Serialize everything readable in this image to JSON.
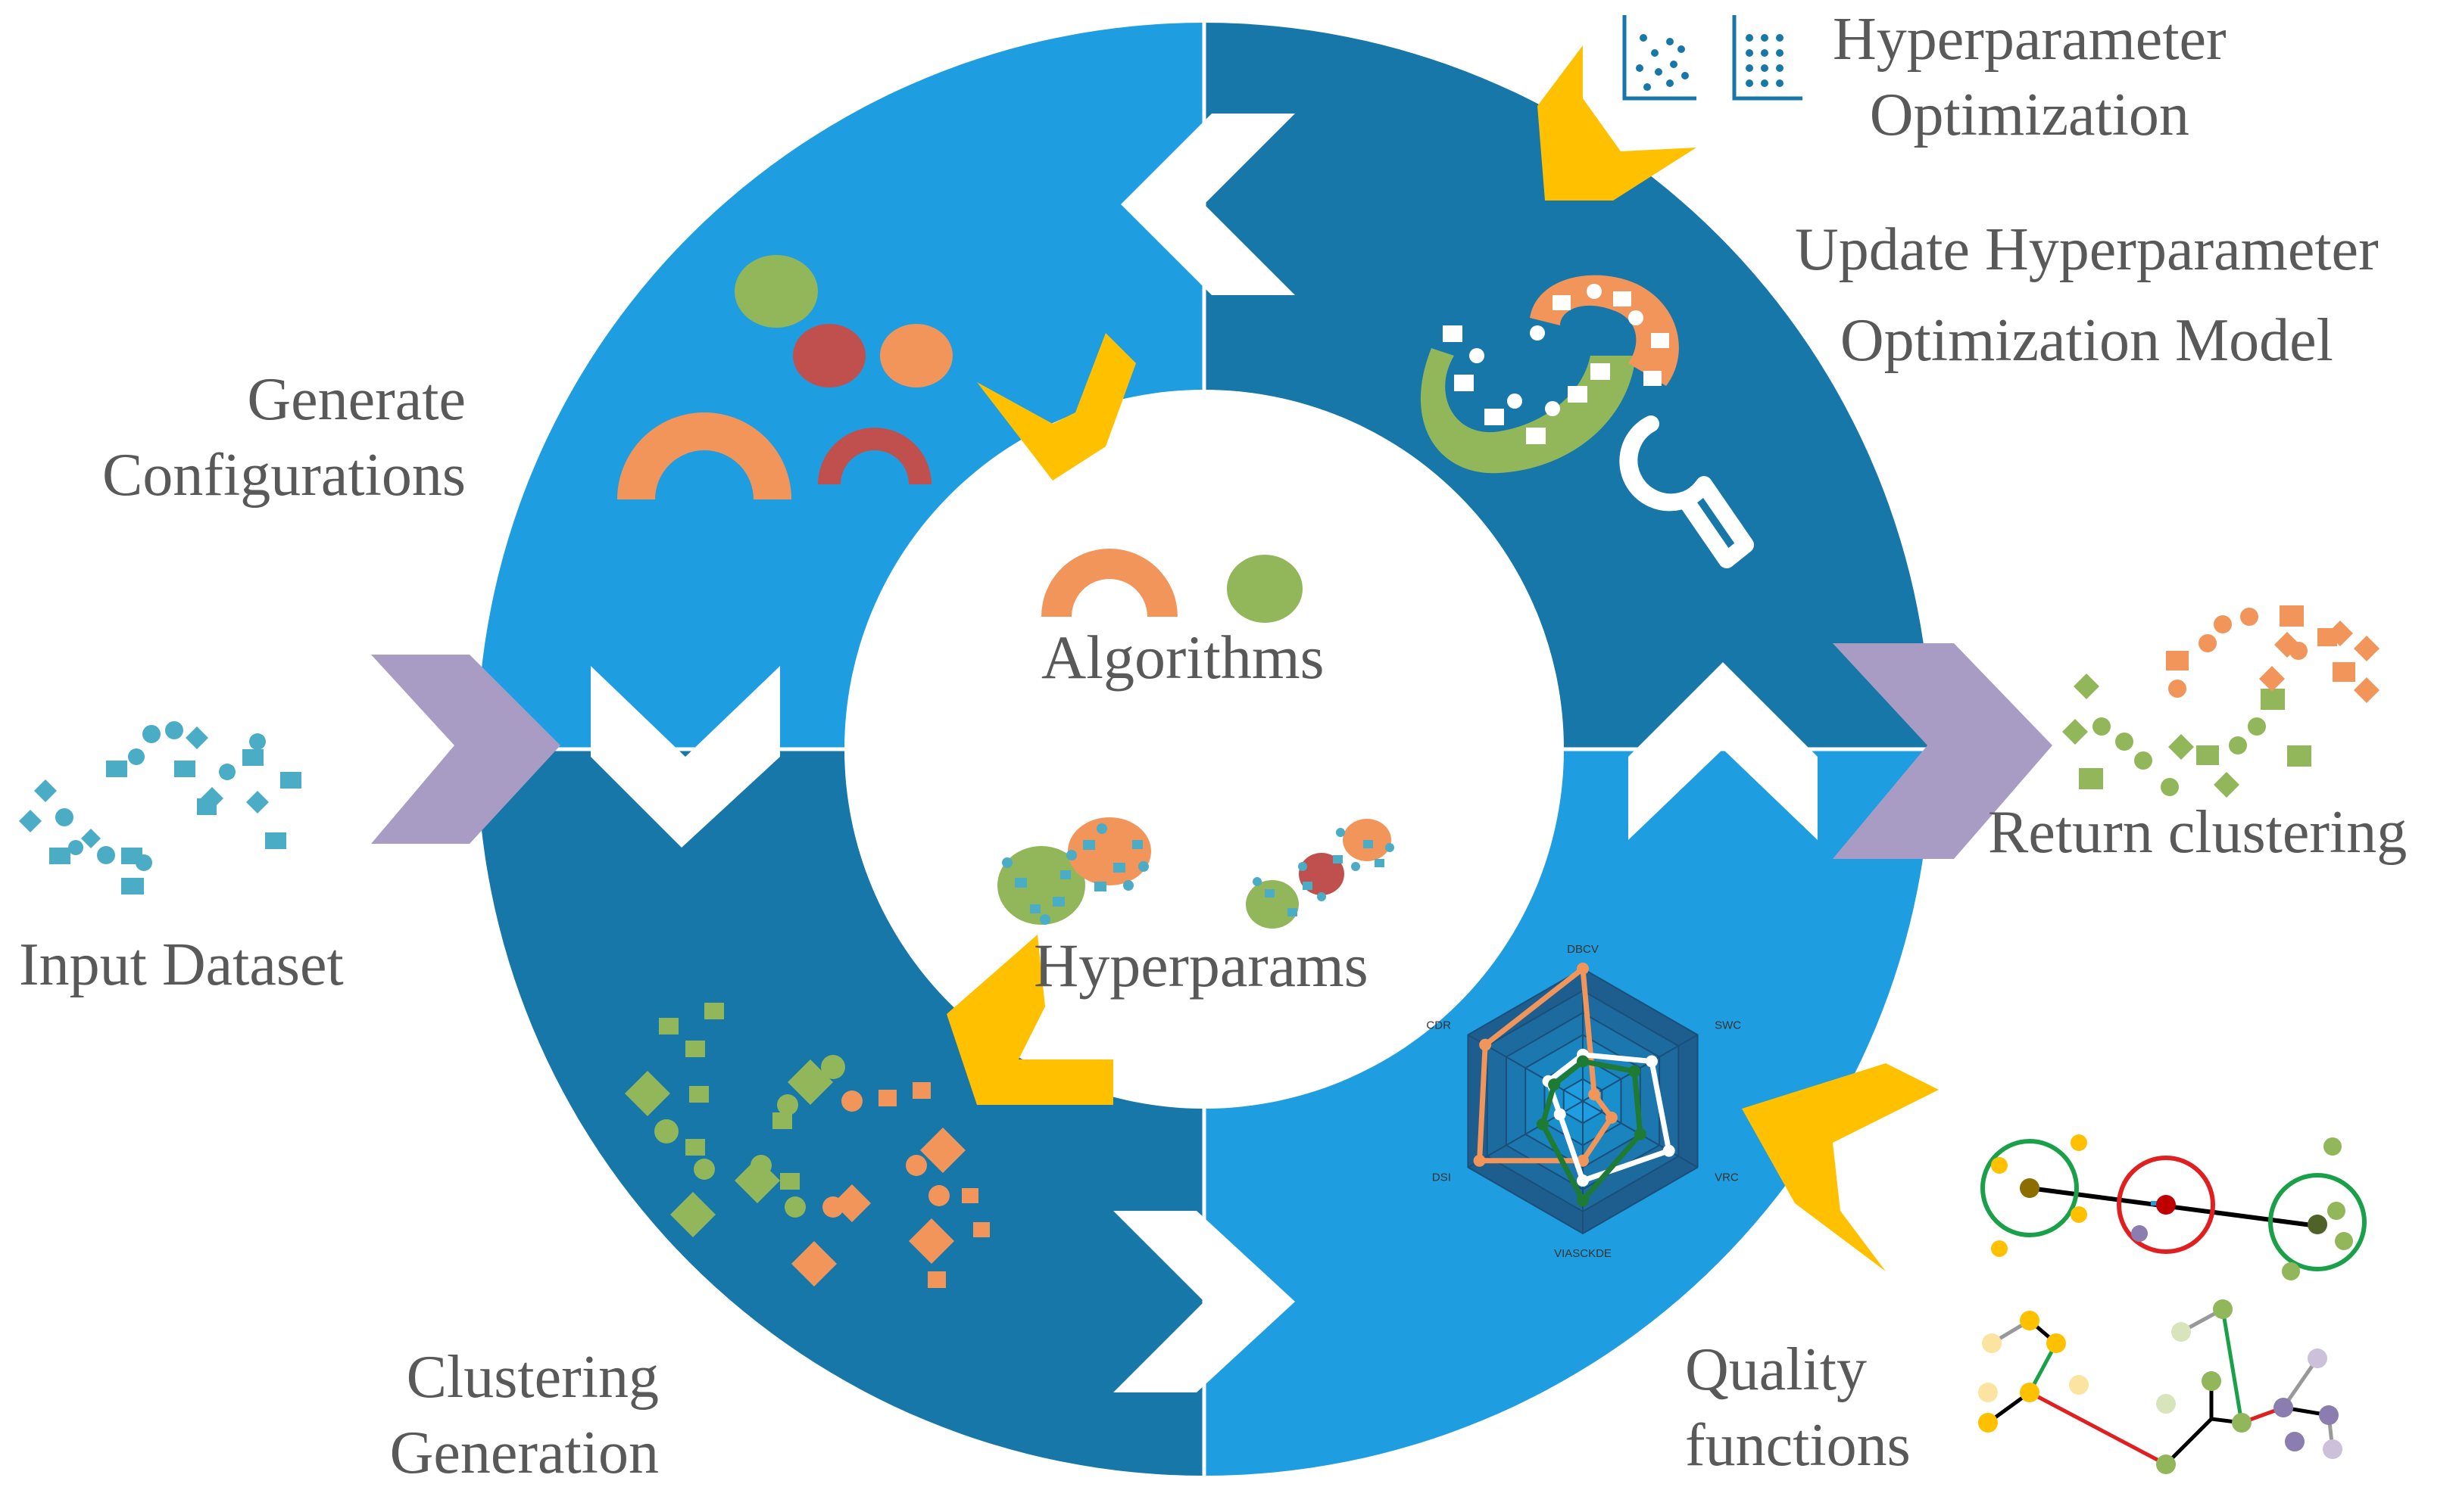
{
  "colors": {
    "light_blue": "#1E9EE0",
    "dark_blue": "#1677A8",
    "yellow": "#FFC000",
    "purple": "#A89CC4",
    "orange": "#F2955A",
    "green": "#92B65A",
    "red": "#C0504D",
    "teal": "#4BACC6"
  },
  "labels": {
    "input_dataset": "Input Dataset",
    "generate_configurations": [
      "Generate",
      "Configurations"
    ],
    "hyperparameter_optimization": [
      "Hyperparameter",
      "Optimization"
    ],
    "update_model": [
      "Update Hyperparameter",
      "Optimization Model"
    ],
    "return_clustering": "Return clustering",
    "clustering_generation": [
      "Clustering",
      "Generation"
    ],
    "quality_functions": [
      "Quality",
      "functions"
    ],
    "algorithms": "Algorithms",
    "hyperparams": "Hyperparams"
  },
  "radar": {
    "axes": [
      "DBCV",
      "SWC",
      "VRC",
      "VIASCKDE",
      "DSI",
      "CDR"
    ]
  },
  "icons": [
    "scatter-plot-icon",
    "grid-plot-icon",
    "wrench-icon"
  ]
}
